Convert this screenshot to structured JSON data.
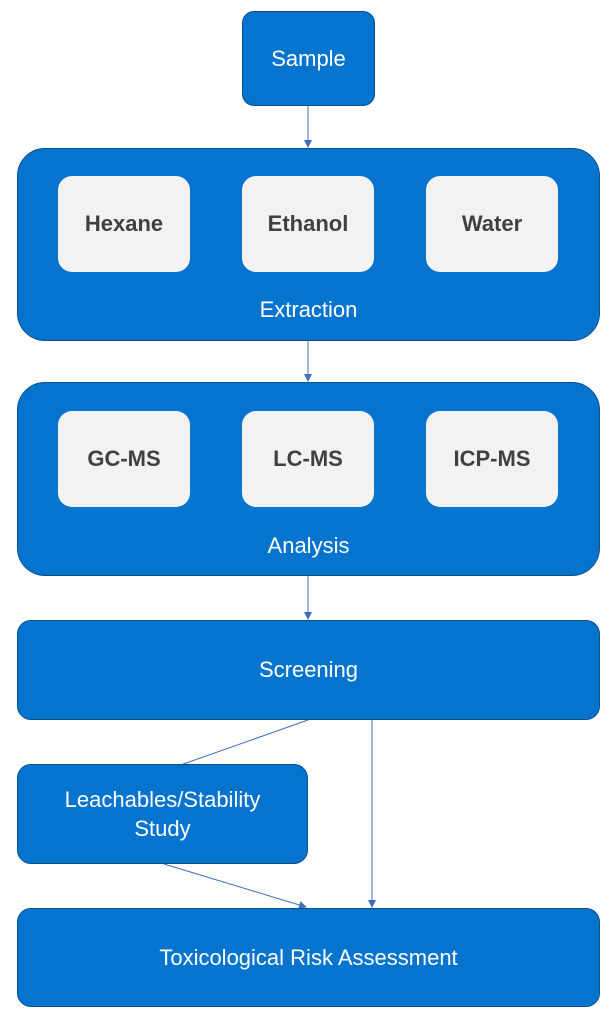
{
  "nodes": {
    "sample": "Sample",
    "extraction": {
      "label": "Extraction",
      "items": [
        "Hexane",
        "Ethanol",
        "Water"
      ]
    },
    "analysis": {
      "label": "Analysis",
      "items": [
        "GC-MS",
        "LC-MS",
        "ICP-MS"
      ]
    },
    "screening": "Screening",
    "leachables": "Leachables/Stability Study",
    "tox": "Toxicological Risk Assessment"
  },
  "edges": [
    {
      "from": "sample",
      "to": "extraction"
    },
    {
      "from": "extraction",
      "to": "analysis"
    },
    {
      "from": "analysis",
      "to": "screening"
    },
    {
      "from": "screening",
      "to": "leachables"
    },
    {
      "from": "screening",
      "to": "tox"
    },
    {
      "from": "leachables",
      "to": "tox"
    }
  ],
  "colors": {
    "box_fill": "#0574cf",
    "chip_fill": "#f2f2f2",
    "chip_text": "#404040",
    "connector": "#3f6fb8"
  }
}
